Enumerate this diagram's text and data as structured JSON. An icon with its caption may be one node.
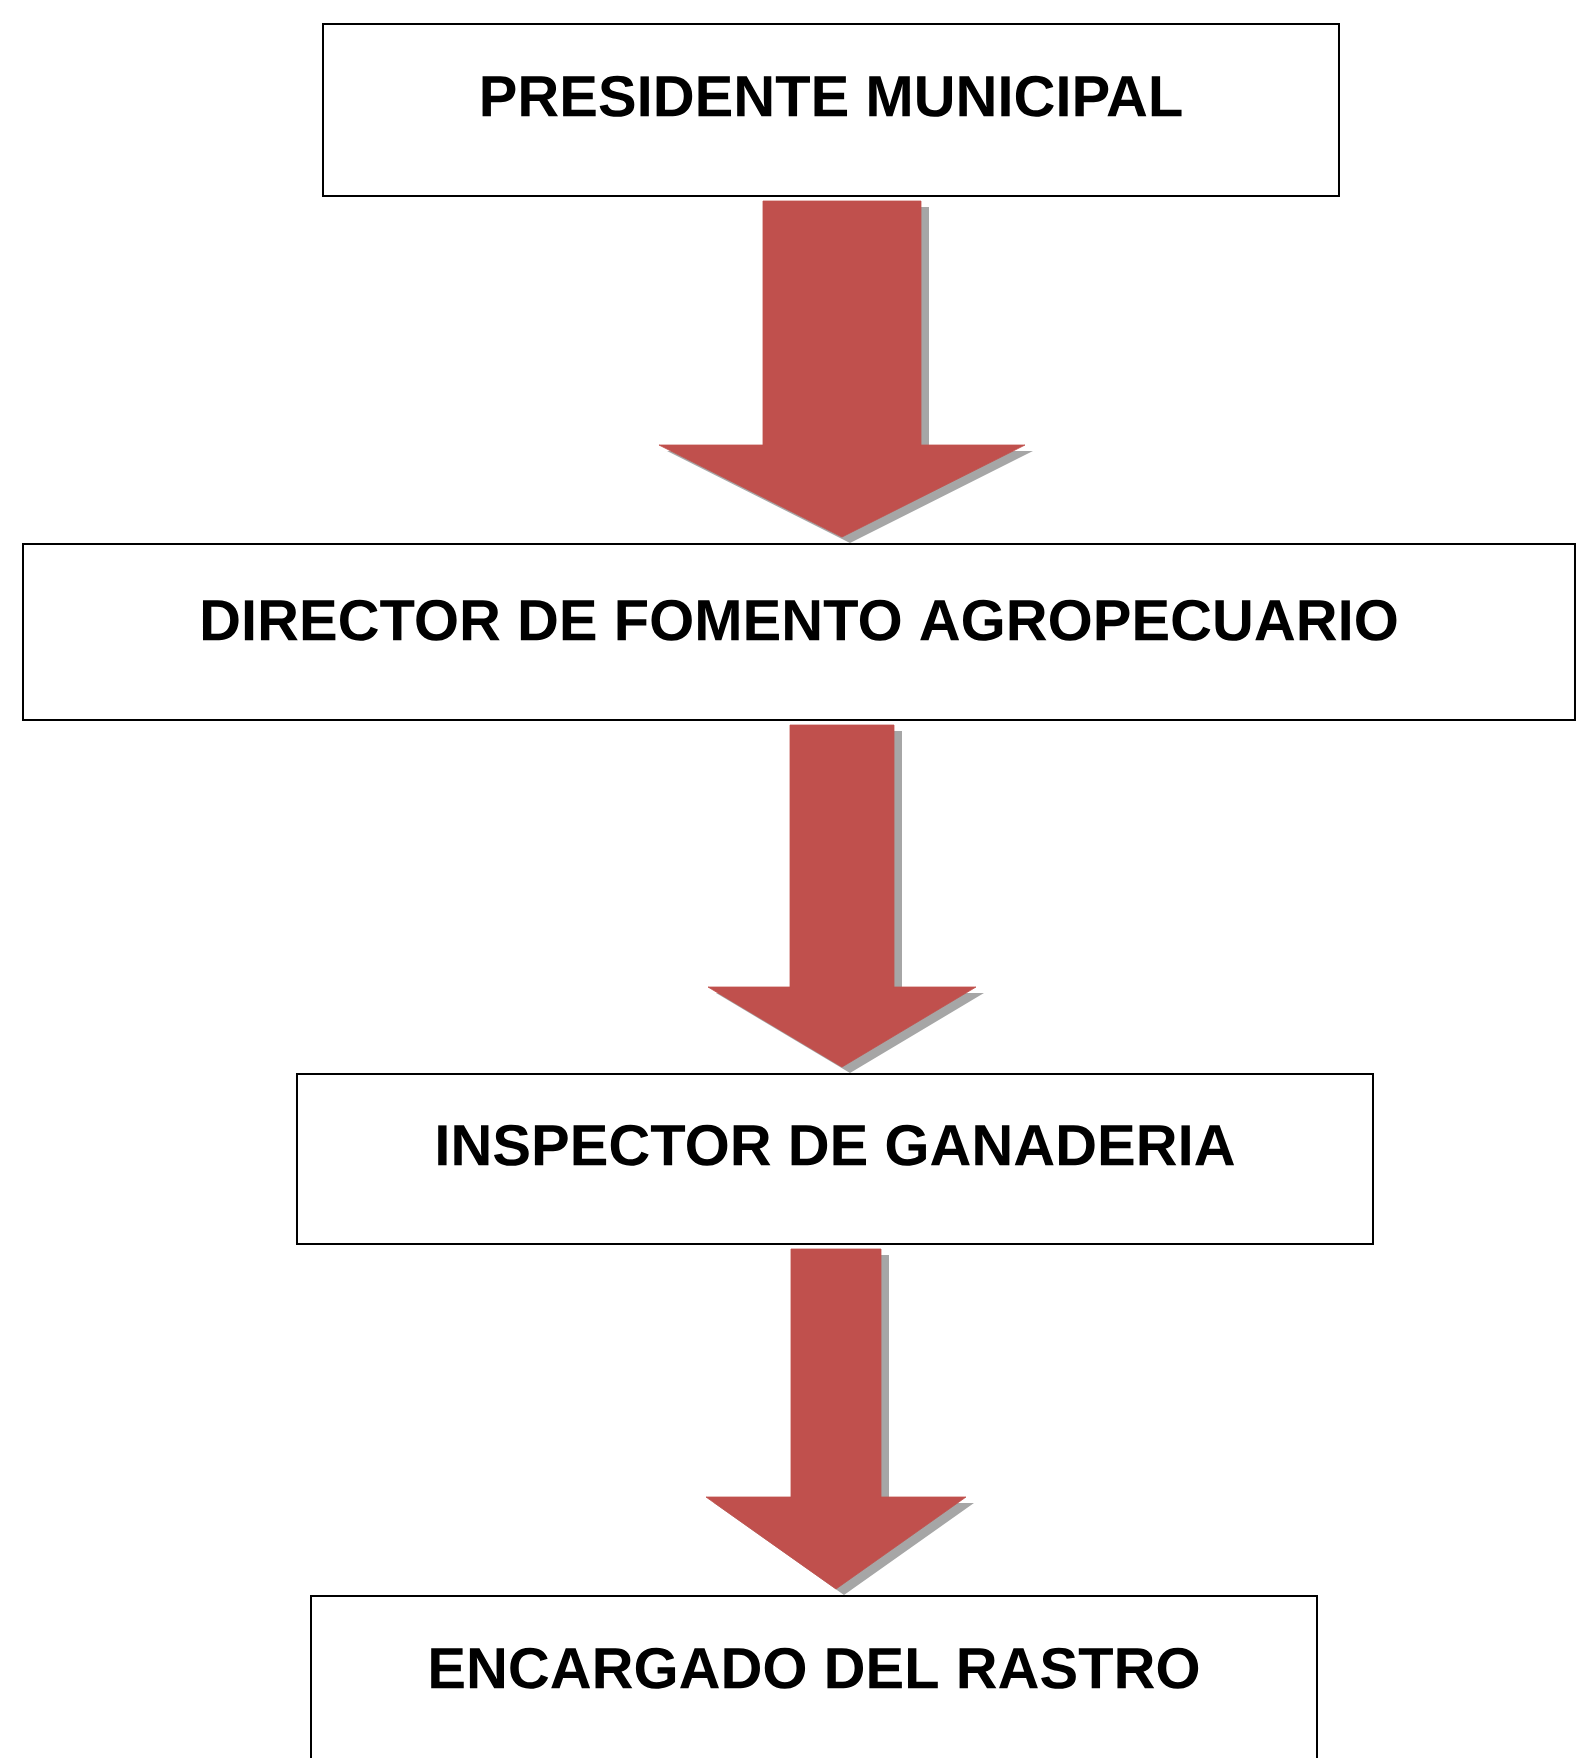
{
  "diagram": {
    "nodes": [
      {
        "text": [
          "PRESIDENTE MUNICIPAL"
        ]
      },
      {
        "text": [
          "DIRECTOR DE FOMENTO AGROPECUARIO"
        ]
      },
      {
        "text": [
          "INSPECTOR DE GANADERIA"
        ]
      },
      {
        "text": [
          "ENCARGADO DEL RASTRO"
        ]
      }
    ],
    "edges": [
      {
        "from": 0,
        "to": 1,
        "arrow": "to"
      },
      {
        "from": 1,
        "to": 2,
        "arrow": "to"
      },
      {
        "from": 2,
        "to": 3,
        "arrow": "to"
      }
    ]
  }
}
